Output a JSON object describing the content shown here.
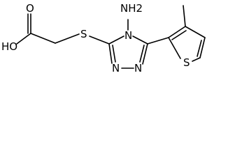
{
  "molecule": {
    "labels": {
      "hydroxyl": "HO",
      "carbonyl_oxygen": "O",
      "thioether_sulfur": "S",
      "amine": "NH2",
      "ring_n4": "N",
      "ring_n1": "N",
      "ring_n2": "N",
      "thiophene_sulfur": "S"
    }
  }
}
